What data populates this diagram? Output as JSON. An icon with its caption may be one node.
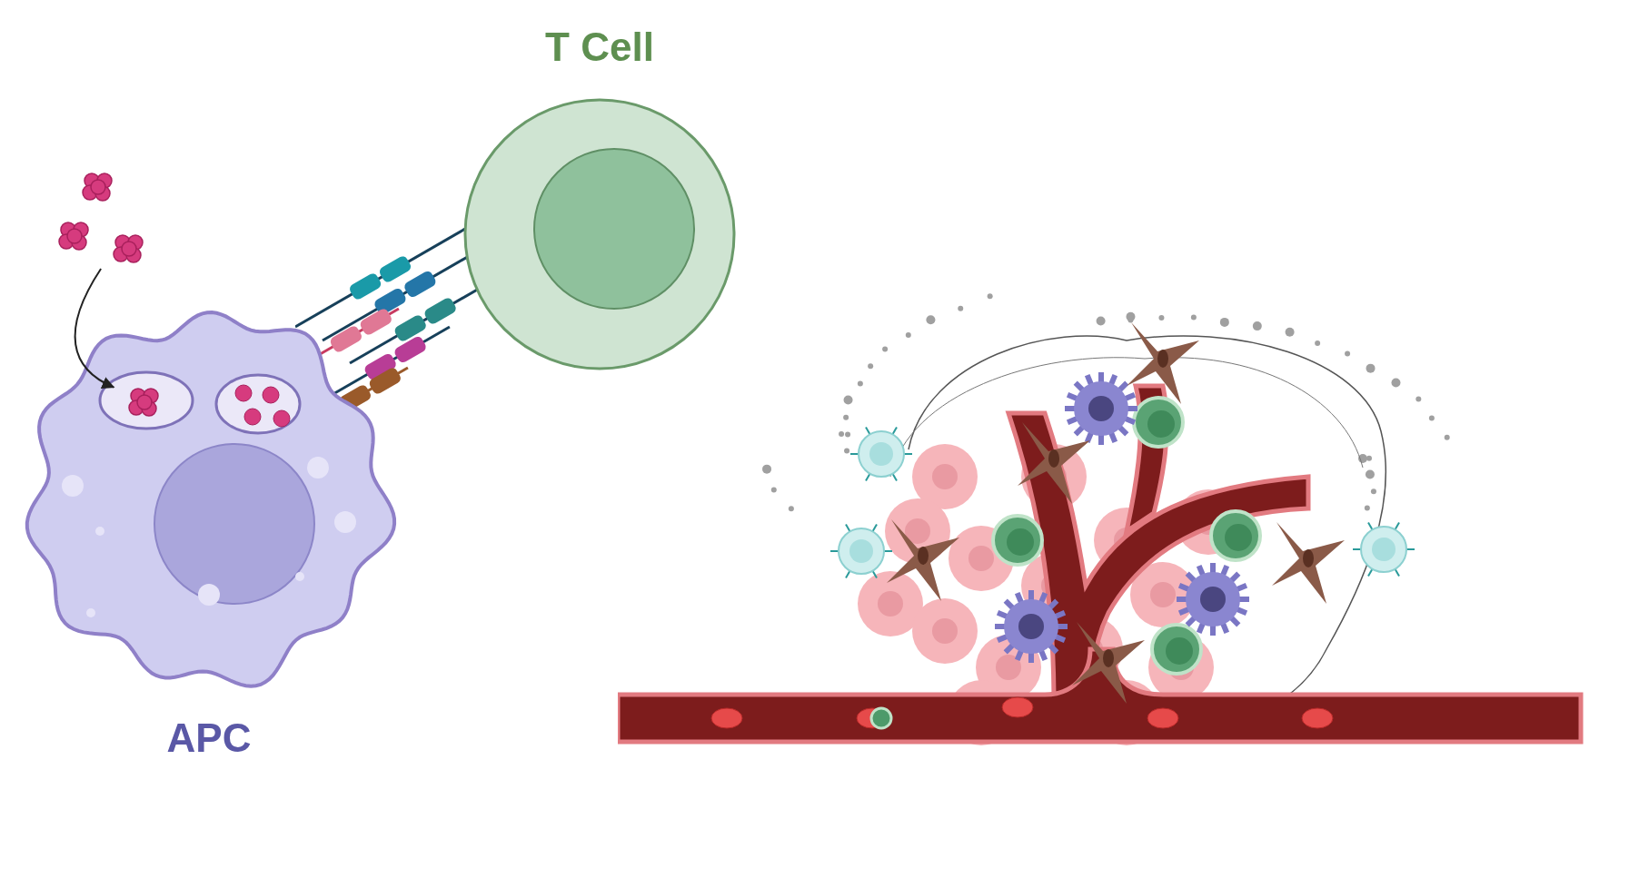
{
  "diagram": {
    "nodes": [
      {
        "text": [
          "T Cell"
        ]
      },
      {
        "text": [
          "APC"
        ]
      },
      {
        "text": [],
        "shape": "picture"
      },
      {
        "text": [],
        "shape": "circle",
        "in": 1
      }
    ],
    "edges": [
      {
        "from": 2,
        "to": 3,
        "arrow": "to"
      }
    ]
  }
}
